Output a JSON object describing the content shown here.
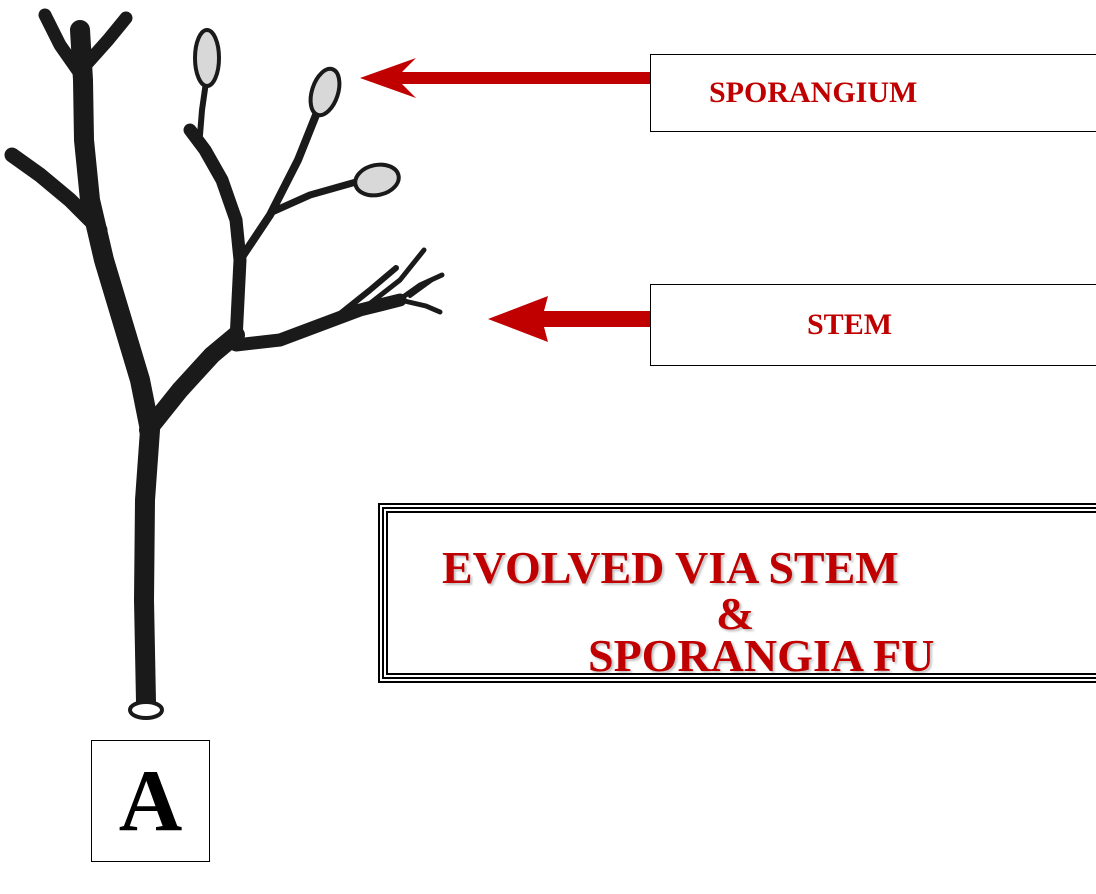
{
  "labels": {
    "sporangium": "SPORANGIUM",
    "stem": "STEM"
  },
  "caption": {
    "line1": "EVOLVED VIA STEM",
    "line2": "&",
    "line3": "SPORANGIA FU"
  },
  "specimen_label": "A",
  "colors": {
    "label_text": "#c00000",
    "arrow": "#c00000",
    "plant": "#1a1a1a",
    "sporangium_fill": "#d8d8d8"
  }
}
